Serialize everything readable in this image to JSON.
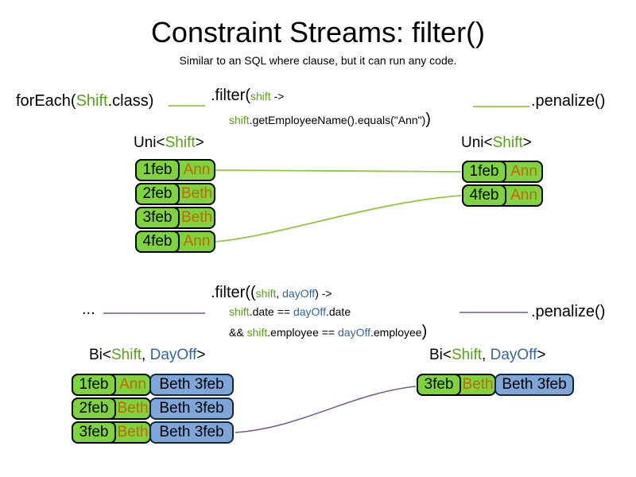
{
  "title": "Constraint Streams: filter()",
  "subtitle": "Similar to an SQL where clause, but it can run any code.",
  "colors": {
    "green_box": "#7ed43c",
    "blue_box": "#7ea6d8",
    "green_text": "#55a316",
    "blue_text": "#3465a4",
    "orange_text": "#c8650b",
    "line_green": "#90c83e",
    "line_purple": "#76598e"
  },
  "section1": {
    "foreach": {
      "pre": "forEach(",
      "class_name": "Shift",
      "post": ".class)"
    },
    "filter": {
      "head": ".filter(",
      "param": "shift",
      "arrow": " ->",
      "body_param": "shift",
      "body": ".getEmployeeName().equals(\"Ann\")",
      "close": ")"
    },
    "penalize": ".penalize()",
    "left_label": {
      "pre": "Uni<",
      "type_green": "Shift",
      "post": ">"
    },
    "right_label": {
      "pre": "Uni<",
      "type_green": "Shift",
      "post": ">"
    },
    "left_rows": [
      {
        "date": "1feb",
        "name": "Ann"
      },
      {
        "date": "2feb",
        "name": "Beth"
      },
      {
        "date": "3feb",
        "name": "Beth"
      },
      {
        "date": "4feb",
        "name": "Ann"
      }
    ],
    "right_rows": [
      {
        "date": "1feb",
        "name": "Ann"
      },
      {
        "date": "4feb",
        "name": "Ann"
      }
    ]
  },
  "section2": {
    "source": "...",
    "filter": {
      "head": ".filter((",
      "param1": "shift",
      "comma": ", ",
      "param2": "dayOff",
      "tail": ") ->",
      "l2_shift": "shift",
      "l2_mid": ".date == ",
      "l2_dayoff": "dayOff",
      "l2_end": ".date",
      "l3_and": "&& ",
      "l3_shift": "shift",
      "l3_mid": ".employee == ",
      "l3_dayoff": "dayOff",
      "l3_end": ".employee",
      "close": ")"
    },
    "penalize": ".penalize()",
    "left_label": {
      "pre": "Bi<",
      "type_green": "Shift",
      "comma": ", ",
      "type_blue": "DayOff",
      "post": ">"
    },
    "right_label": {
      "pre": "Bi<",
      "type_green": "Shift",
      "comma": ", ",
      "type_blue": "DayOff",
      "post": ">"
    },
    "left_rows": [
      {
        "date": "1feb",
        "name": "Ann",
        "pair": "Beth 3feb"
      },
      {
        "date": "2feb",
        "name": "Beth",
        "pair": "Beth 3feb"
      },
      {
        "date": "3feb",
        "name": "Beth",
        "pair": "Beth 3feb"
      }
    ],
    "right_rows": [
      {
        "date": "3feb",
        "name": "Beth",
        "pair": "Beth 3feb"
      }
    ]
  }
}
